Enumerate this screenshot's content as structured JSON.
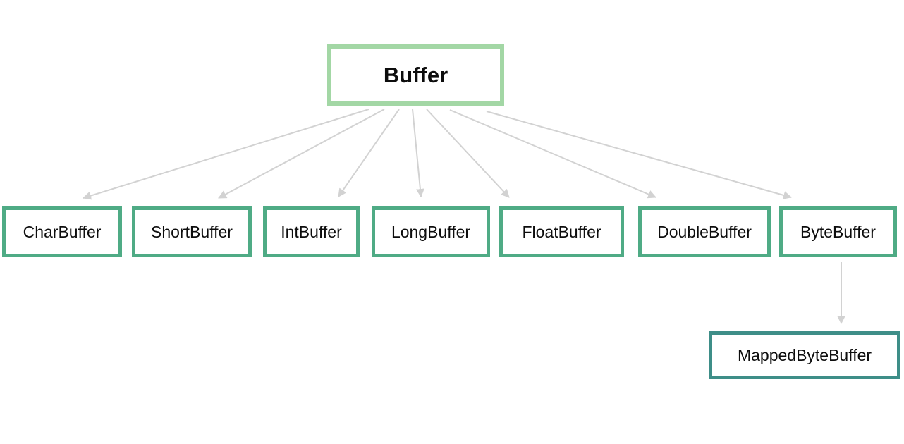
{
  "colors": {
    "root-border": "#a3d7a5",
    "child-border": "#4fab85",
    "grand-border": "#3e8e88",
    "arrow": "#d2d2d2",
    "text": "#0d0d0d",
    "background": "#ffffff"
  },
  "nodes": {
    "root": {
      "id": "buffer",
      "label": "Buffer"
    },
    "children": [
      {
        "id": "charbuffer",
        "label": "CharBuffer"
      },
      {
        "id": "shortbuffer",
        "label": "ShortBuffer"
      },
      {
        "id": "intbuffer",
        "label": "IntBuffer"
      },
      {
        "id": "longbuffer",
        "label": "LongBuffer"
      },
      {
        "id": "floatbuffer",
        "label": "FloatBuffer"
      },
      {
        "id": "doublebuffer",
        "label": "DoubleBuffer"
      },
      {
        "id": "bytebuffer",
        "label": "ByteBuffer"
      }
    ],
    "grandchild": {
      "id": "mappedbytebuffer",
      "label": "MappedByteBuffer"
    }
  },
  "edges": [
    {
      "from": "Buffer",
      "to": "CharBuffer"
    },
    {
      "from": "Buffer",
      "to": "ShortBuffer"
    },
    {
      "from": "Buffer",
      "to": "IntBuffer"
    },
    {
      "from": "Buffer",
      "to": "LongBuffer"
    },
    {
      "from": "Buffer",
      "to": "FloatBuffer"
    },
    {
      "from": "Buffer",
      "to": "DoubleBuffer"
    },
    {
      "from": "Buffer",
      "to": "ByteBuffer"
    },
    {
      "from": "ByteBuffer",
      "to": "MappedByteBuffer"
    }
  ]
}
